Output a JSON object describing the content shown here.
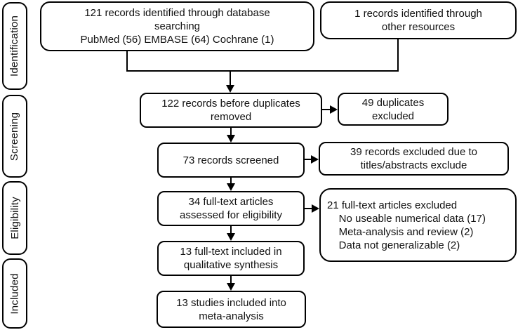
{
  "diagram": {
    "type": "prisma-flow-diagram",
    "colors": {
      "stroke": "#000000",
      "text": "#111111",
      "background": "#ffffff"
    },
    "stages": [
      {
        "label": "Identification"
      },
      {
        "label": "Screening"
      },
      {
        "label": "Eligibility"
      },
      {
        "label": "Included"
      }
    ],
    "boxes": {
      "database_search": "121 records identified through database\nsearching\nPubMed (56) EMBASE (64) Cochrane (1)",
      "other_resources": "1 records identified through\nother resources",
      "before_duplicates": "122 records before duplicates\nremoved",
      "duplicates_excluded": "49 duplicates\nexcluded",
      "records_screened": "73 records screened",
      "records_excluded": "39 records excluded due to\ntitles/abstracts exclude",
      "fulltext_assessed": "34 full-text articles\nassessed for eligibility",
      "fulltext_excluded": "21 full-text articles excluded\n    No useable numerical data (17)\n    Meta-analysis and review (2)\n    Data not generalizable (2)",
      "qualitative_synthesis": "13 full-text included in\nqualitative synthesis",
      "meta_analysis": "13 studies included into\nmeta-analysis"
    },
    "counts": {
      "database_records": 121,
      "other_records": 1,
      "before_duplicates": 122,
      "duplicates_excluded": 49,
      "screened": 73,
      "screen_excluded": 39,
      "fulltext_assessed": 34,
      "fulltext_excluded": 21,
      "no_useable_data": 17,
      "meta_analysis_review": 2,
      "not_generalizable": 2,
      "qualitative_synthesis": 13,
      "meta_analysis": 13
    }
  }
}
